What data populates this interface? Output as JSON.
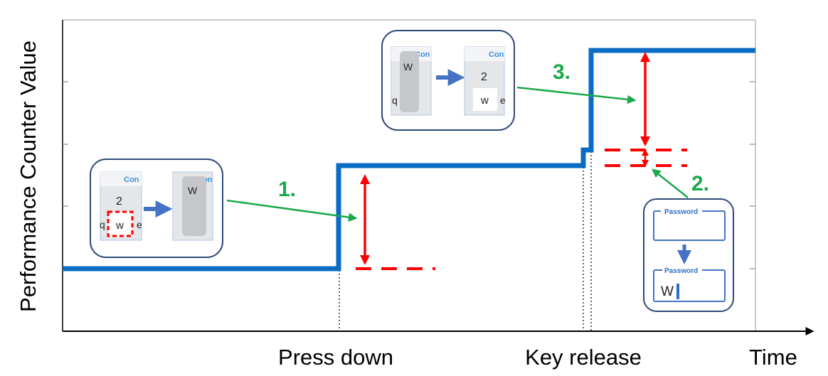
{
  "axis": {
    "ylabel": "Performance Counter Value",
    "xlabel": "Time",
    "events": [
      "Press down",
      "Key release"
    ]
  },
  "steps": [
    "1.",
    "3.",
    "2."
  ],
  "keyboard": {
    "top_label": "Con",
    "digit_key": "2",
    "letter_key": "w",
    "popup_key": "W",
    "left_edge_glyph": "q",
    "right_edge_glyph": "e"
  },
  "password_field": {
    "label": "Password",
    "typed_value": "W"
  },
  "colors": {
    "trace": "#0b6cc4",
    "measure": "#ff0000",
    "step_label": "#1aa84a",
    "callout_arrow": "#1aa84a",
    "panel_border": "#2e4a7a",
    "transition_arrow": "#4472c4"
  }
}
